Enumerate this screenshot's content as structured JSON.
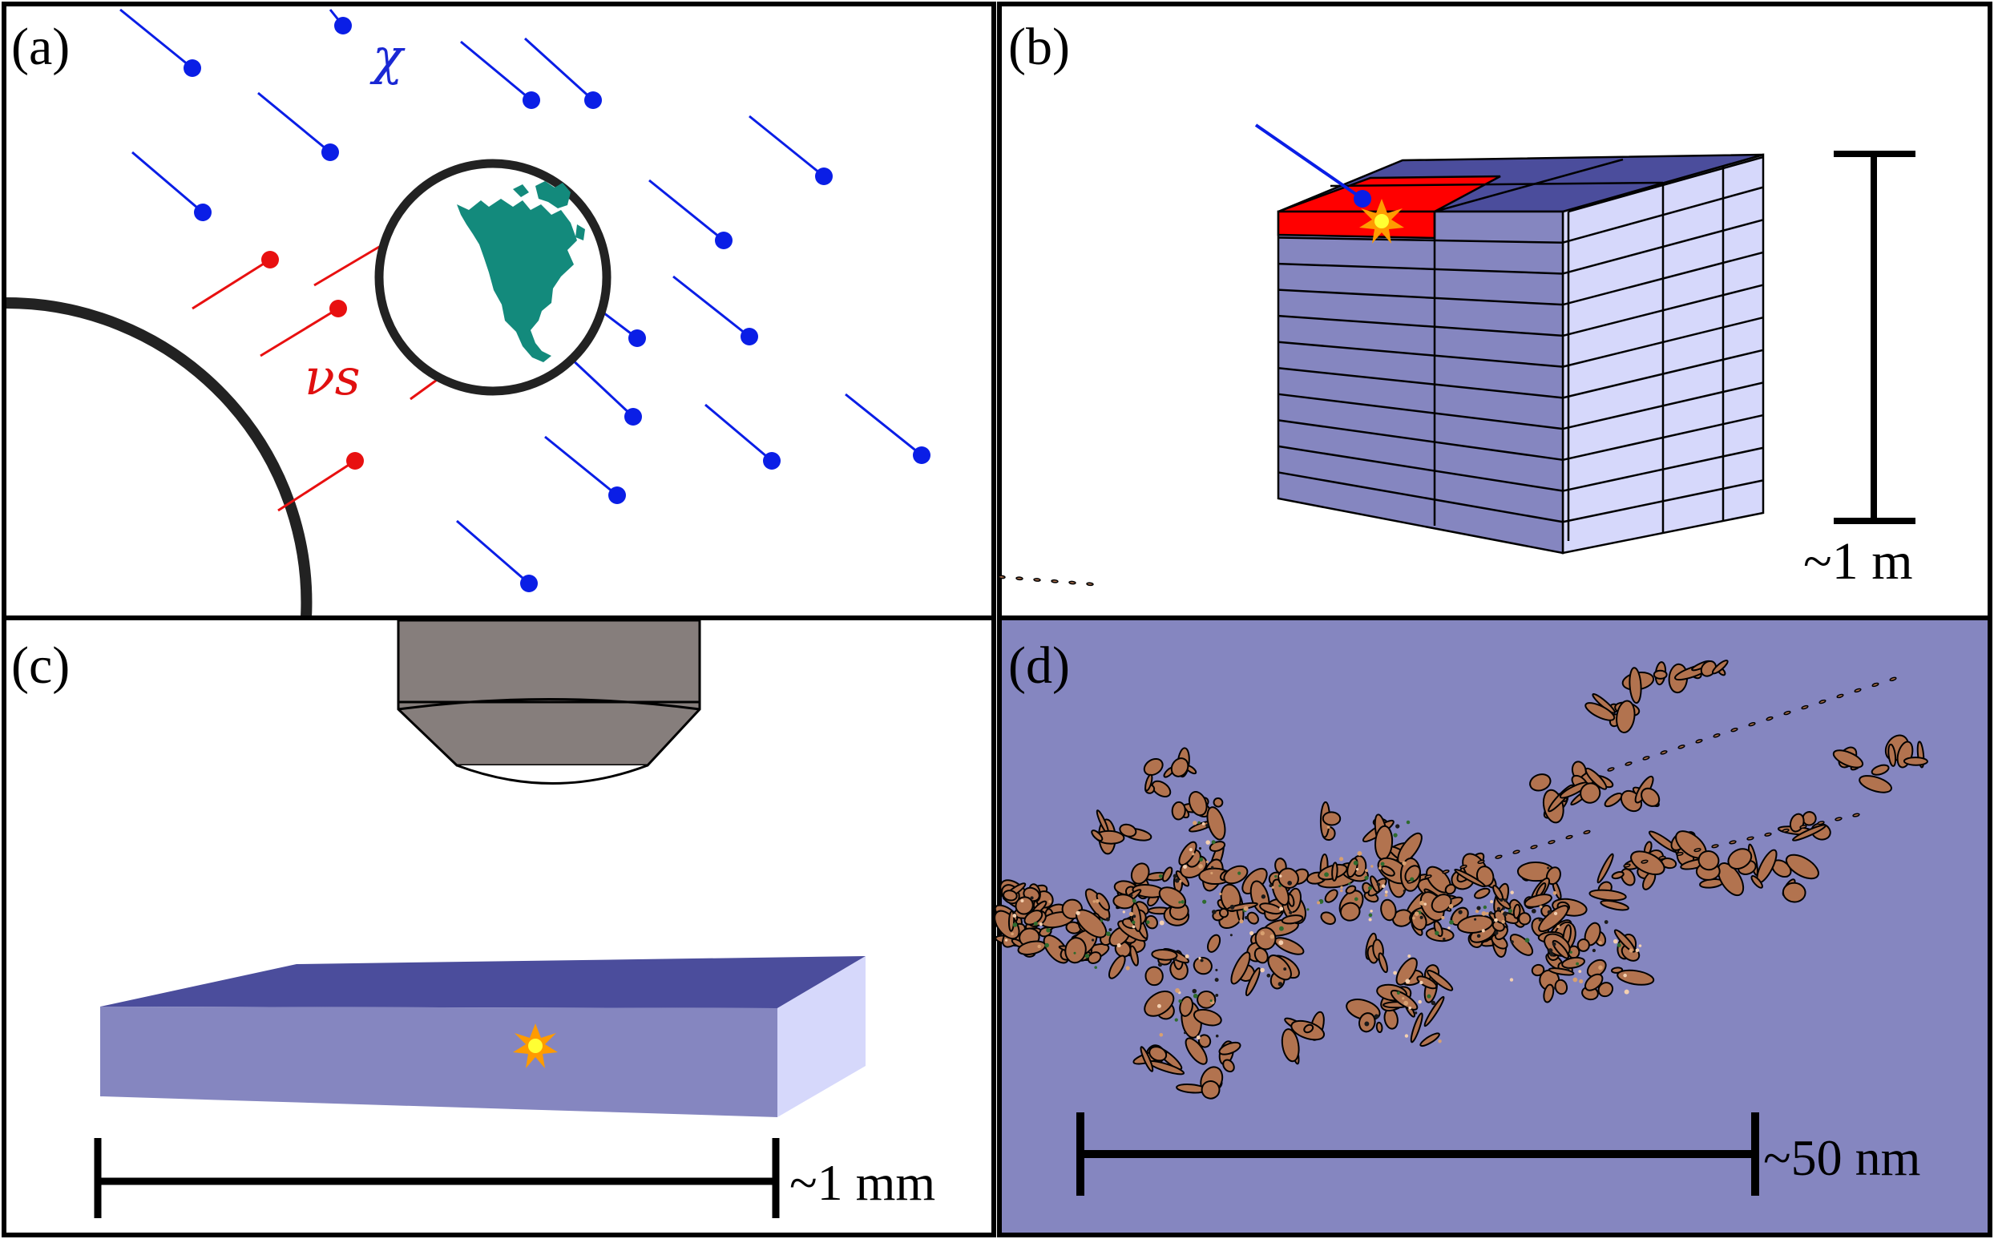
{
  "panels": {
    "a": {
      "label": "(a)",
      "chi_symbol": "χ",
      "nu_symbol": "νs"
    },
    "b": {
      "label": "(b)",
      "scale_label": "~1 m"
    },
    "c": {
      "label": "(c)",
      "scale_label": "~1 mm"
    },
    "d": {
      "label": "(d)",
      "scale_label": "~50 nm"
    }
  },
  "colors": {
    "chi": "#0a1ee6",
    "nu": "#e81010",
    "earth": "#138a7c",
    "crystal_front": "#8586c0",
    "crystal_top": "#4b4d9c",
    "crystal_side": "#d6d8fb",
    "hit_voxel": "#ff0000",
    "objective": "#867e7c",
    "damage_track": "#b2734f"
  },
  "icons": [
    "earth-icon",
    "flash-icon",
    "microscope-objective-icon",
    "damage-track-icon"
  ]
}
